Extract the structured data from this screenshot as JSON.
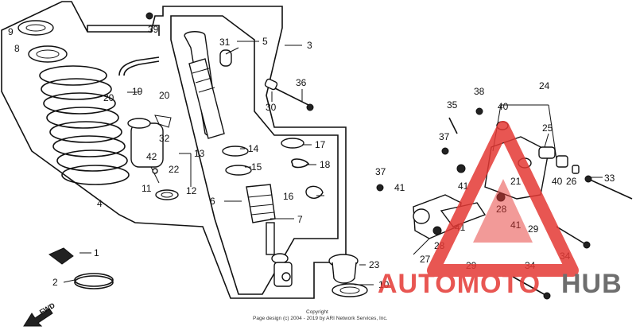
{
  "labels": {
    "n1": "1",
    "n2": "2",
    "n3": "3",
    "n4": "4",
    "n5": "5",
    "n6": "6",
    "n7": "7",
    "n8": "8",
    "n9": "9",
    "n10": "10",
    "n11": "11",
    "n12": "12",
    "n13": "13",
    "n14": "14",
    "n15": "15",
    "n16": "16",
    "n17": "17",
    "n18": "18",
    "n19": "19",
    "n20a": "20",
    "n20b": "20",
    "n21": "21",
    "n22": "22",
    "n23": "23",
    "n24": "24",
    "n25": "25",
    "n26": "26",
    "n27": "27",
    "n28a": "28",
    "n28b": "28",
    "n29a": "29",
    "n29b": "29",
    "n30": "30",
    "n31": "31",
    "n32": "32",
    "n33": "33",
    "n34a": "34",
    "n34b": "34",
    "n35": "35",
    "n36": "36",
    "n37a": "37",
    "n37b": "37",
    "n38": "38",
    "n39": "39",
    "n40a": "40",
    "n40b": "40",
    "n41a": "41",
    "n41b": "41",
    "n41c": "41",
    "n41d": "41",
    "n42": "42"
  },
  "fwd": "FWD",
  "copyright_line1": "Copyright",
  "copyright_line2": "Page design (c) 2004 - 2019 by ARI Network Services, Inc.",
  "watermark": {
    "part1": "AUTOMOTO",
    "part2": "HUB",
    "accent_color": "#e53935",
    "secondary_color": "#555555"
  }
}
